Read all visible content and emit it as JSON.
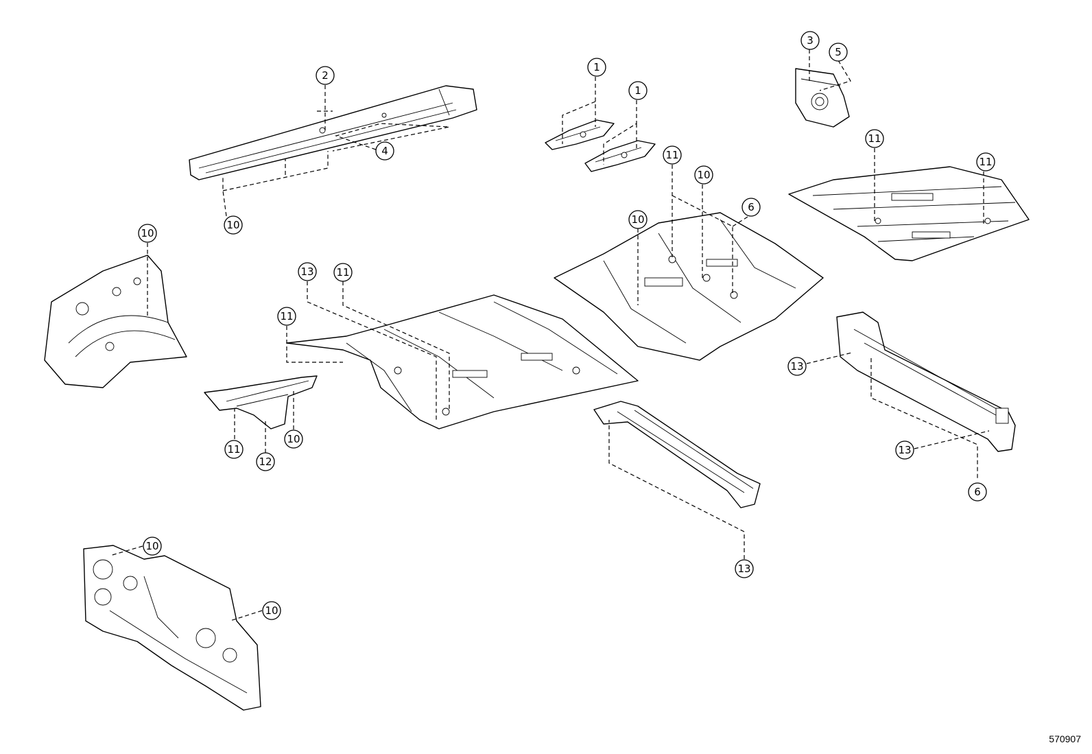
{
  "figure_id": "570907",
  "callouts": {
    "c1a": "1",
    "c1b": "1",
    "c2": "2",
    "c3": "3",
    "c4": "4",
    "c5": "5",
    "c6a": "6",
    "c6b": "6",
    "c10a": "10",
    "c10b": "10",
    "c10c": "10",
    "c10d": "10",
    "c10e": "10",
    "c10f": "10",
    "c10g": "10",
    "c11a": "11",
    "c11b": "11",
    "c11c": "11",
    "c11d": "11",
    "c11e": "11",
    "c11f": "11",
    "c12": "12",
    "c13a": "13",
    "c13b": "13",
    "c13c": "13",
    "c13d": "13"
  }
}
